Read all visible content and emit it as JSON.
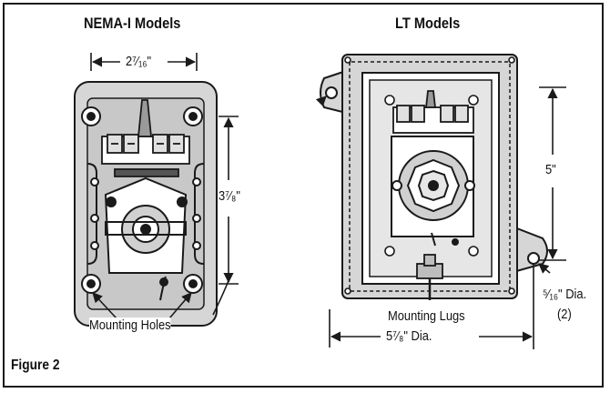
{
  "titles": {
    "nema": "NEMA-I Models",
    "lt": "LT Models"
  },
  "dimensions": {
    "nema_width": "2⁷⁄₁₆\"",
    "nema_height": "3⁷⁄₈\"",
    "lt_height": "5\"",
    "lt_width": "5⁷⁄₈\" Dia.",
    "lt_hole": "⁵⁄₁₆\" Dia.",
    "lt_hole_count": "(2)"
  },
  "callouts": {
    "mounting_holes": "Mounting Holes",
    "mounting_lugs": "Mounting Lugs"
  },
  "caption": "Figure 2",
  "colors": {
    "line": "#1a1a1a",
    "body_fill": "#d6d6d6",
    "panel_fill": "#e6e6e6"
  }
}
